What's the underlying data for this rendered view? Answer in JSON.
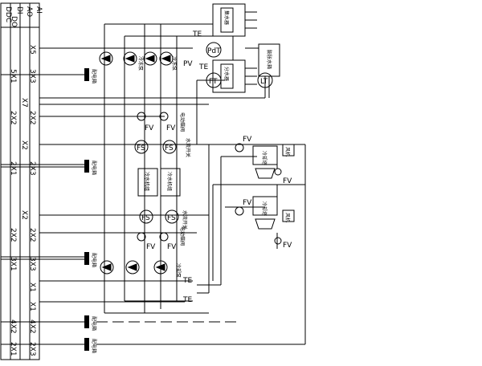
{
  "panel": {
    "header": [
      "DDC",
      "AI",
      "AO",
      "DI",
      "DO"
    ],
    "channels": [
      "X5",
      "3X3",
      "5X1",
      "X7",
      "2X2",
      "2X2",
      "X2",
      "2X3",
      "2X1",
      "X2",
      "2X2",
      "2X2",
      "3X1",
      "3X3",
      "X1",
      "X1",
      "4X2",
      "4X2",
      "2X3",
      "2X1"
    ]
  },
  "symbols": {
    "te": "TE",
    "fv": "FV",
    "fs": "FS",
    "pdt": "PdT",
    "ft": "FT",
    "lt": "LT",
    "pv": "PV"
  },
  "labels": {
    "distribution_box": "配电箱",
    "supply_header": "集水器",
    "return_header": "分水器",
    "makeup_tank": "膨胀水箱",
    "pump": "冷冻泵",
    "chiller": "冷水机组",
    "cooling_tower": "冷却塔",
    "fan": "风机",
    "flow_switch": "水流开关",
    "motor_valve": "电动蝶阀",
    "cooling_pump": "冷却泵"
  }
}
